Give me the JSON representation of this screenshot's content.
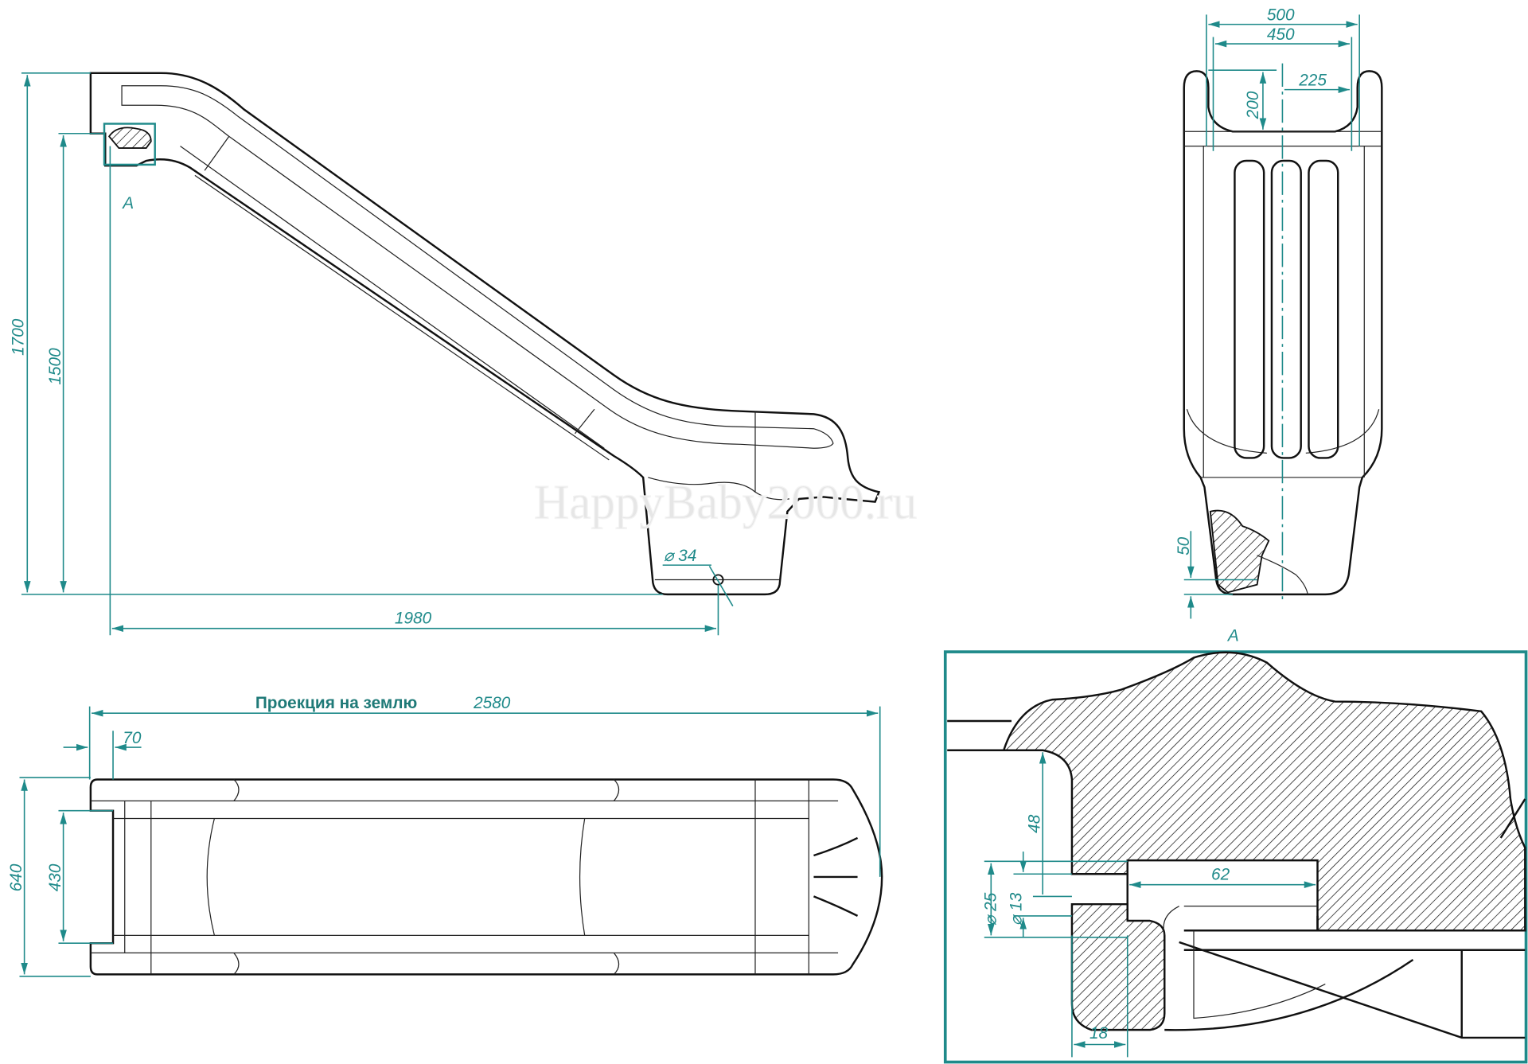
{
  "drawing": {
    "watermark": "HappyBaby2000.ru",
    "side_view": {
      "overall_height": "1700",
      "platform_height": "1500",
      "horizontal_length": "1980",
      "hole_diameter": "⌀ 34",
      "detail_marker": "A"
    },
    "front_view": {
      "outer_width": "500",
      "inner_width": "450",
      "half_width": "225",
      "side_height": "200",
      "bottom_offset": "50",
      "section_label": "A"
    },
    "plan_view": {
      "title": "Проекция на землю",
      "ground_length": "2580",
      "overlap": "70",
      "overall_width": "640",
      "inner_width": "430"
    },
    "detail_a": {
      "depth": "48",
      "outer_diameter": "⌀ 25",
      "inner_diameter": "⌀ 13",
      "slot_length": "62",
      "wall_thickness": "18"
    }
  }
}
